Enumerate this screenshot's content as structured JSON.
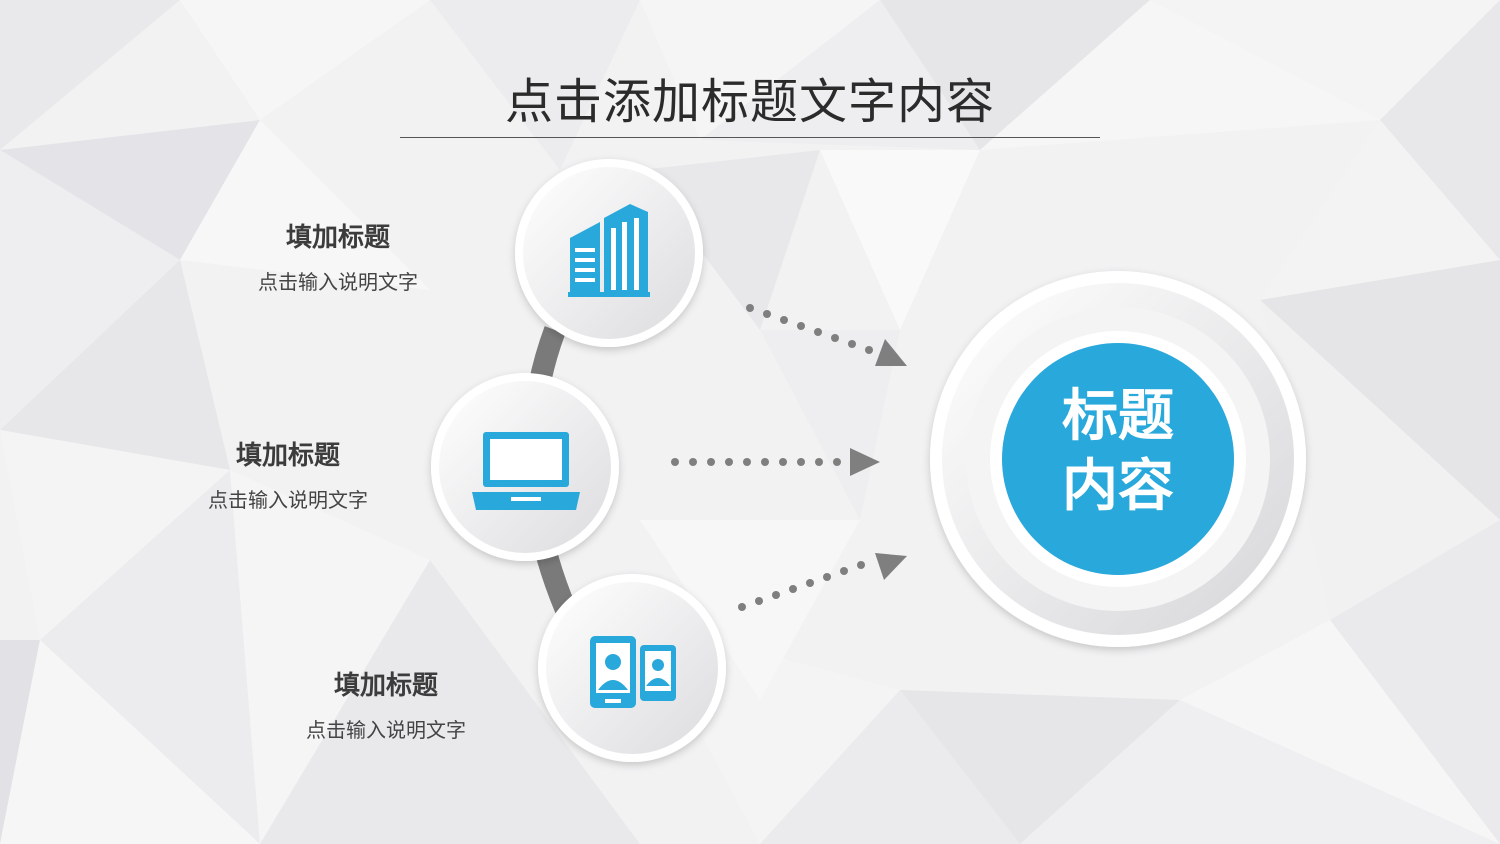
{
  "slide": {
    "title": "点击添加标题文字内容"
  },
  "items": [
    {
      "heading": "填加标题",
      "desc": "点击输入说明文字",
      "icon": "building-icon"
    },
    {
      "heading": "填加标题",
      "desc": "点击输入说明文字",
      "icon": "laptop-icon"
    },
    {
      "heading": "填加标题",
      "desc": "点击输入说明文字",
      "icon": "phones-icon"
    }
  ],
  "center": {
    "line1": "标题",
    "line2": "内容"
  },
  "colors": {
    "accent": "#29a8dc",
    "connector": "#7a7a7a",
    "text": "#3c3c3c"
  }
}
